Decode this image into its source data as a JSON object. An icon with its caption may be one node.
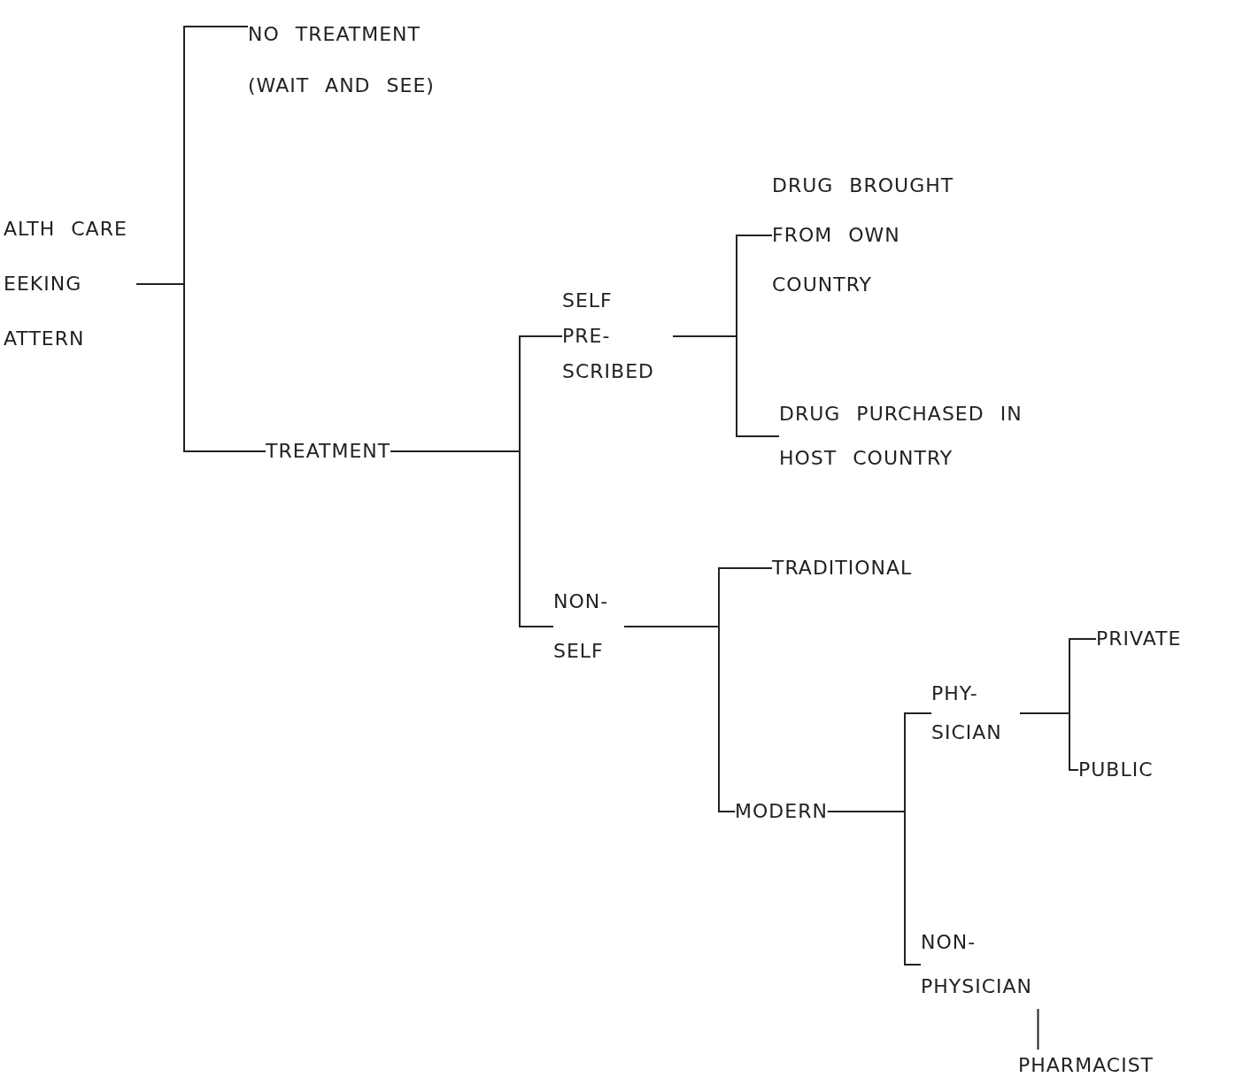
{
  "diagram": {
    "nodes": [
      {
        "text": [
          "ALTH CARE EEKING ATTERN"
        ]
      },
      {
        "text": [
          "NO TREATMENT (WAIT AND SEE)"
        ]
      },
      {
        "text": [
          "TREATMENT"
        ]
      },
      {
        "text": [
          "SELF PRE- SCRIBED"
        ]
      },
      {
        "text": [
          "DRUG BROUGHT FROM OWN COUNTRY"
        ]
      },
      {
        "text": [
          "DRUG PURCHASED IN HOST COUNTRY"
        ]
      },
      {
        "text": [
          "NON- SELF"
        ]
      },
      {
        "text": [
          "TRADITIONAL"
        ]
      },
      {
        "text": [
          "MODERN"
        ]
      },
      {
        "text": [
          "PHY- SICIAN"
        ]
      },
      {
        "text": [
          "PRIVATE"
        ]
      },
      {
        "text": [
          "PUBLIC"
        ]
      },
      {
        "text": [
          "NON- PHYSICIAN"
        ]
      },
      {
        "text": [
          "PHARMACIST"
        ]
      }
    ],
    "edges": [
      {
        "from": 0,
        "to": 1,
        "arrow": "none"
      },
      {
        "from": 0,
        "to": 2,
        "arrow": "none"
      },
      {
        "from": 2,
        "to": 3,
        "arrow": "none"
      },
      {
        "from": 2,
        "to": 6,
        "arrow": "none"
      },
      {
        "from": 3,
        "to": 4,
        "arrow": "none"
      },
      {
        "from": 3,
        "to": 5,
        "arrow": "none"
      },
      {
        "from": 6,
        "to": 7,
        "arrow": "none"
      },
      {
        "from": 6,
        "to": 8,
        "arrow": "none"
      },
      {
        "from": 8,
        "to": 9,
        "arrow": "none"
      },
      {
        "from": 8,
        "to": 12,
        "arrow": "none"
      },
      {
        "from": 9,
        "to": 10,
        "arrow": "none"
      },
      {
        "from": 9,
        "to": 11,
        "arrow": "none"
      },
      {
        "from": 12,
        "to": 13,
        "arrow": "none"
      }
    ]
  }
}
